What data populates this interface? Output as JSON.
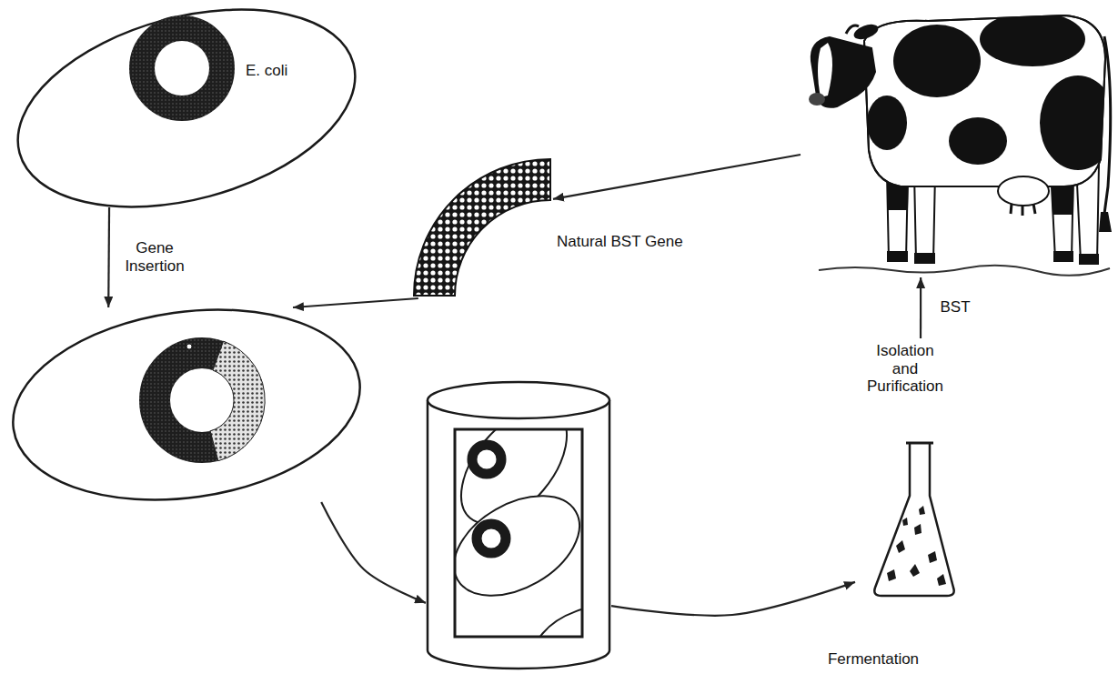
{
  "diagram": {
    "nodes": [
      {
        "text": [
          "E. coli"
        ]
      },
      {
        "text": []
      },
      {
        "text": [
          "Natural BST Gene"
        ]
      },
      {
        "text": []
      },
      {
        "text": [
          "Isolation and Purification"
        ]
      },
      {
        "text": []
      }
    ],
    "edges": [
      {
        "from": 1,
        "to": 2,
        "arrow": "to"
      },
      {
        "from": 2,
        "to": 3,
        "arrow": "to"
      },
      {
        "from": 0,
        "to": 3,
        "arrow": "to",
        "label": "Gene Insertion"
      },
      {
        "from": 3,
        "to": 5,
        "arrow": "to"
      },
      {
        "from": 5,
        "to": 4,
        "arrow": "to",
        "label": "Fermentation"
      },
      {
        "from": 4,
        "to": 1,
        "arrow": "to",
        "label": "BST"
      }
    ]
  }
}
